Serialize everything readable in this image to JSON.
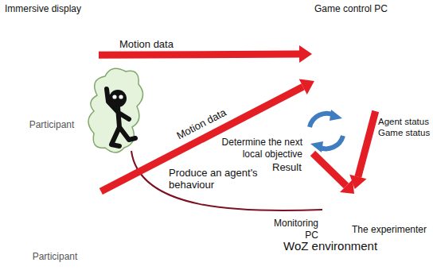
{
  "diagram": {
    "nodes": [
      {
        "text": [
          "Immersive display",
          "Participant"
        ]
      },
      {
        "text": [
          "Participant"
        ]
      },
      {
        "text": [
          "Game control PC"
        ]
      },
      {
        "text": [
          "WoZ environment"
        ]
      },
      {
        "text": [
          "Monitoring PC"
        ],
        "in": 3
      },
      {
        "text": [
          "The experimenter"
        ],
        "in": 3
      }
    ],
    "edges": [
      {
        "from": 0,
        "to": 2,
        "label": "Motion data",
        "arrow": "to"
      },
      {
        "from": 1,
        "to": 2,
        "label": "Motion data",
        "arrow": "to"
      },
      {
        "from": 2,
        "to": 4,
        "label": "Agent status Game status",
        "arrow": "to"
      }
    ],
    "labels": [
      "Determine the next local objective",
      "Result",
      "Produce an agent's behaviour"
    ]
  }
}
